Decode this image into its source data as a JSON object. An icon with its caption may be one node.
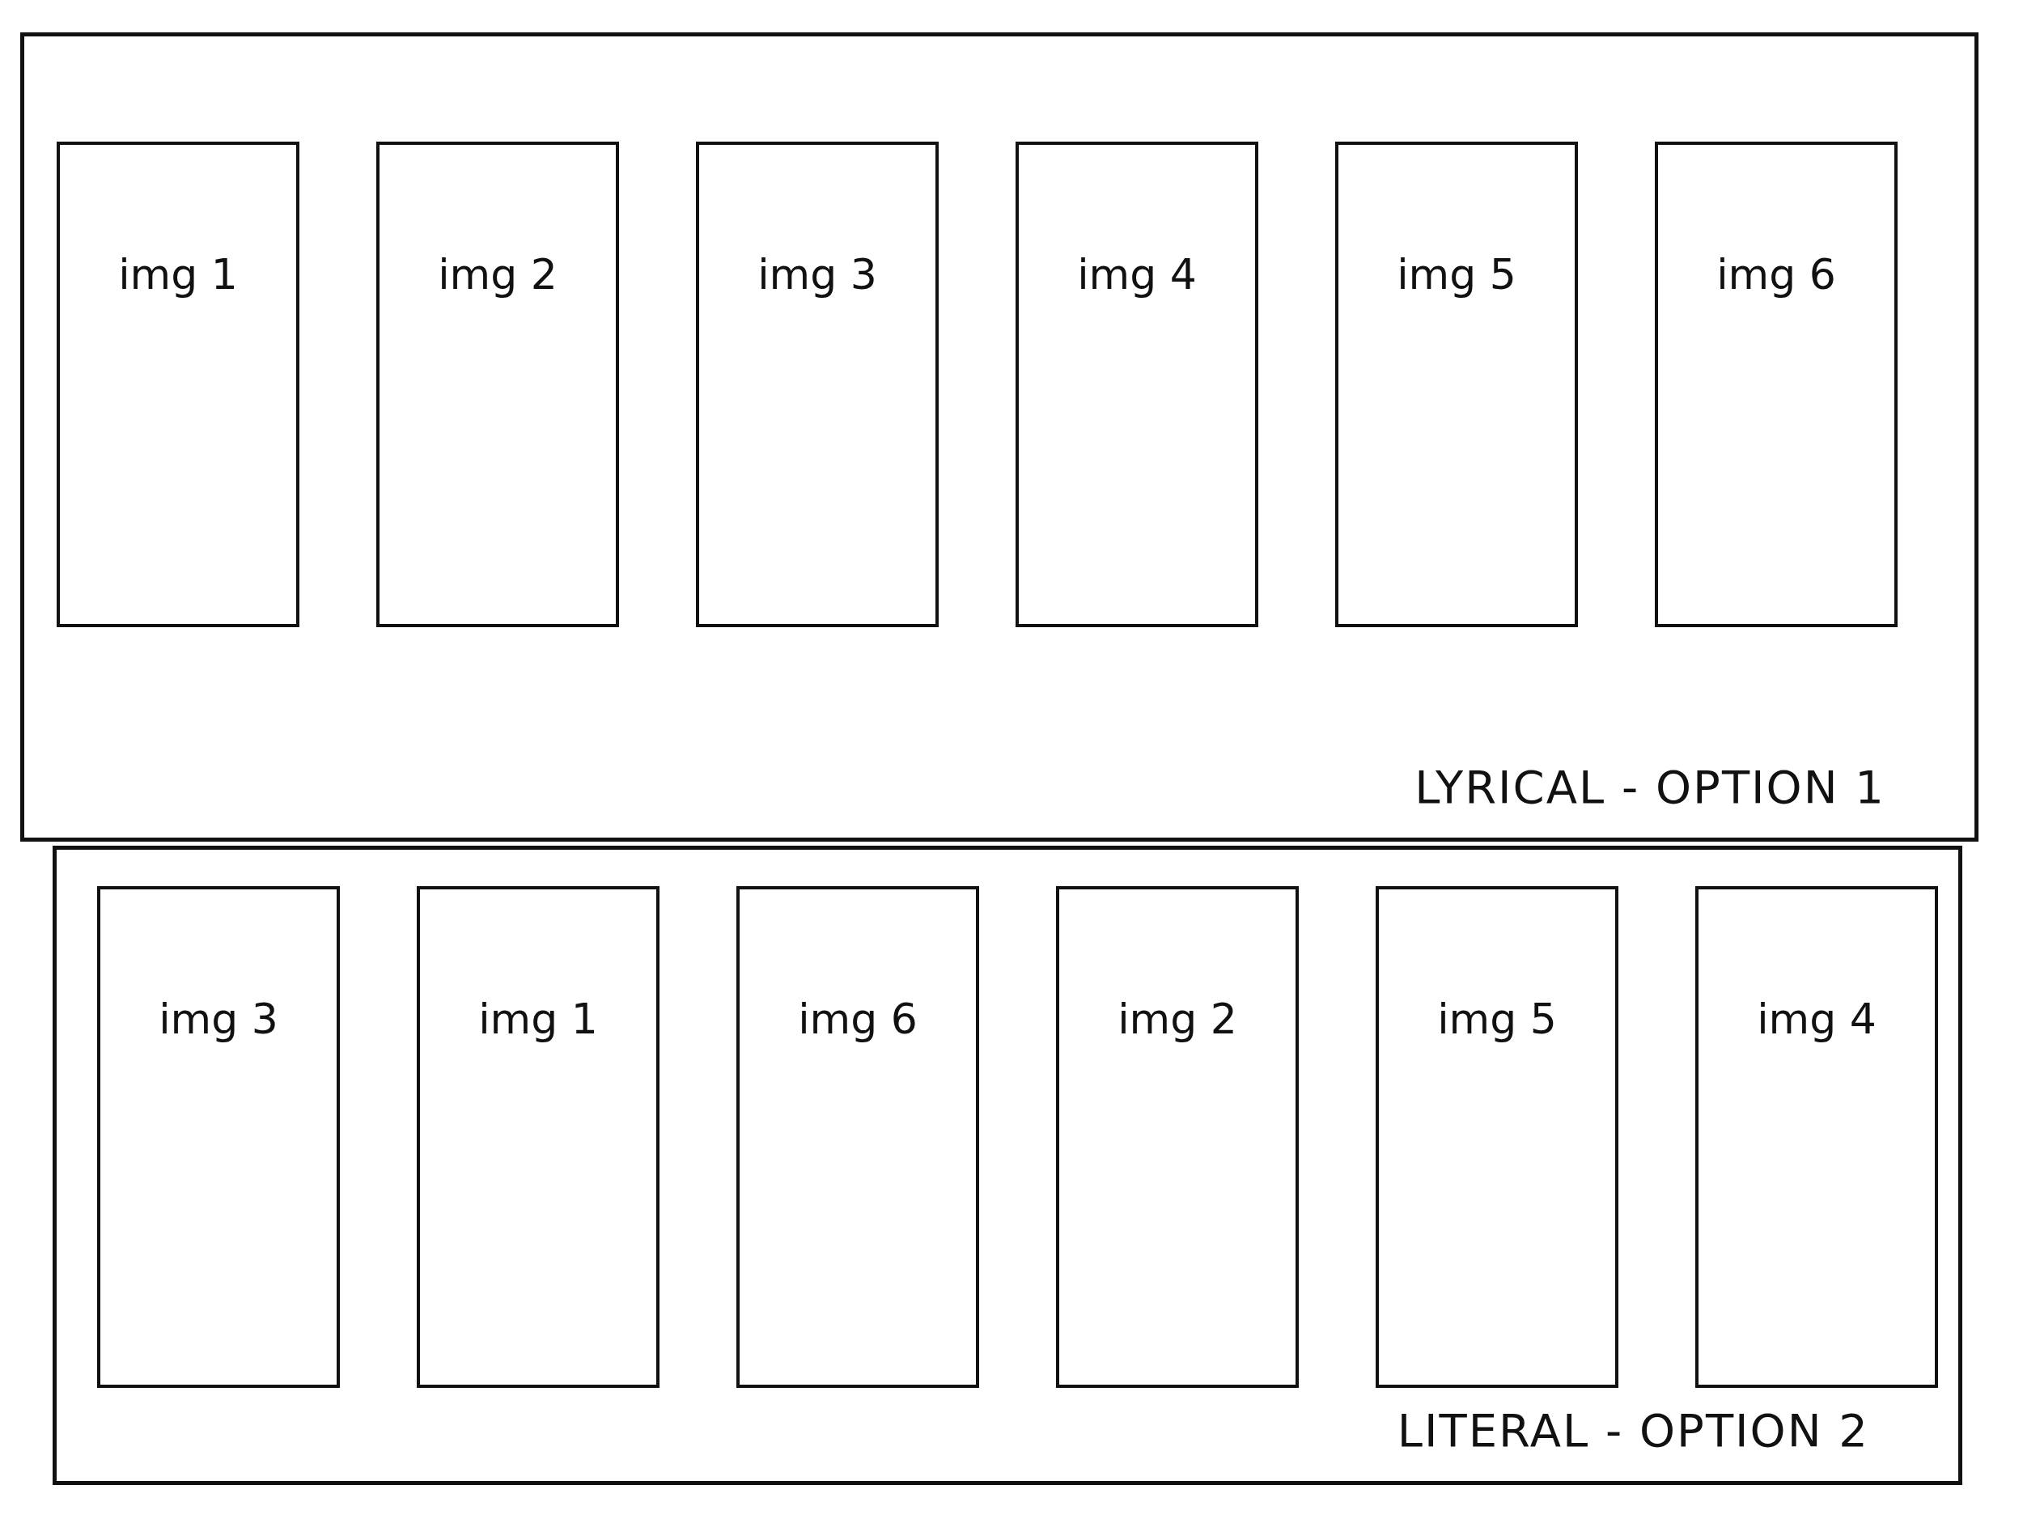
{
  "diagram": {
    "nodes": [
      {
        "text": [
          "LYRICAL - OPTION 1"
        ]
      },
      {
        "text": [
          "img 1"
        ],
        "in": 0
      },
      {
        "text": [
          "img 2"
        ],
        "in": 0
      },
      {
        "text": [
          "img 3"
        ],
        "in": 0
      },
      {
        "text": [
          "img 4"
        ],
        "in": 0
      },
      {
        "text": [
          "img 5"
        ],
        "in": 0
      },
      {
        "text": [
          "img 6"
        ],
        "in": 0
      },
      {
        "text": [
          "LITERAL - OPTION 2"
        ]
      },
      {
        "text": [
          "img 3"
        ],
        "in": 7
      },
      {
        "text": [
          "img 1"
        ],
        "in": 7
      },
      {
        "text": [
          "img 6"
        ],
        "in": 7
      },
      {
        "text": [
          "img 2"
        ],
        "in": 7
      },
      {
        "text": [
          "img 5"
        ],
        "in": 7
      },
      {
        "text": [
          "img 4"
        ],
        "in": 7
      }
    ]
  }
}
